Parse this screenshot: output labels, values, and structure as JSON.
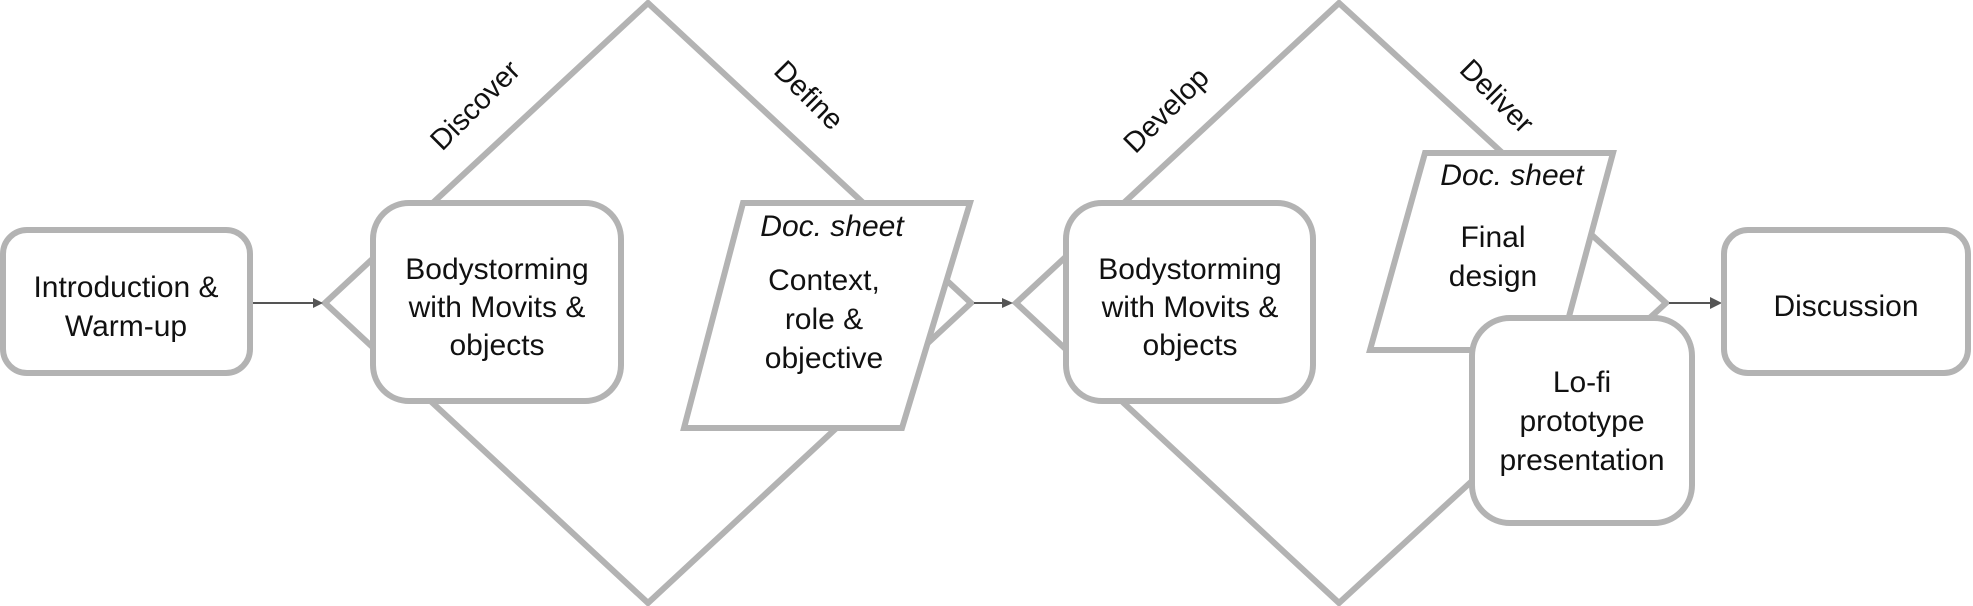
{
  "phases": {
    "discover": "Discover",
    "define": "Define",
    "develop": "Develop",
    "deliver": "Deliver"
  },
  "nodes": {
    "intro": [
      "Introduction &",
      "Warm-up"
    ],
    "bodystorm1": [
      "Bodystorming",
      "with Movits &",
      "objects"
    ],
    "doc1_title": "Doc. sheet",
    "doc1_body": [
      "Context,",
      "role &",
      "objective"
    ],
    "bodystorm2": [
      "Bodystorming",
      "with Movits &",
      "objects"
    ],
    "doc2_title": "Doc. sheet",
    "doc2_body": [
      "Final",
      "design"
    ],
    "lofi": [
      "Lo-fi",
      "prototype",
      "presentation"
    ],
    "discussion": "Discussion"
  }
}
